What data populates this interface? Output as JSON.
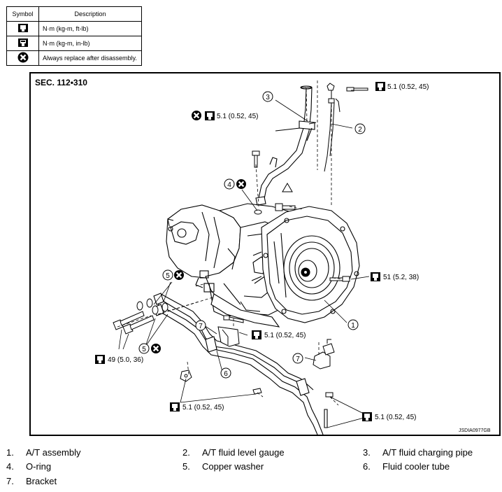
{
  "legend": {
    "header_symbol": "Symbol",
    "header_description": "Description",
    "rows": [
      {
        "icon": "torque-wrench-icon",
        "description": "N·m (kg-m, ft-lb)"
      },
      {
        "icon": "torque-wrench-small-icon",
        "description": "N·m (kg-m, in-lb)"
      },
      {
        "icon": "replace-x-icon",
        "description": "Always replace after disassembly."
      }
    ]
  },
  "diagram": {
    "section": "SEC. 112•310",
    "code": "JSDIA0977GB",
    "torque_labels": {
      "t1": "5.1 (0.52, 45)",
      "t2": "5.1 (0.52, 45)",
      "t3": "51 (5.2, 38)",
      "t4": "5.1 (0.52, 45)",
      "t5": "49 (5.0, 36)",
      "t6": "5.1 (0.52, 45)",
      "t7": "5.1 (0.52, 45)"
    },
    "callouts": [
      "1",
      "2",
      "3",
      "4",
      "5",
      "5",
      "6",
      "7",
      "7"
    ]
  },
  "parts": [
    {
      "num": "1.",
      "name": "A/T assembly"
    },
    {
      "num": "2.",
      "name": "A/T fluid level gauge"
    },
    {
      "num": "3.",
      "name": "A/T fluid charging pipe"
    },
    {
      "num": "4.",
      "name": "O-ring"
    },
    {
      "num": "5.",
      "name": "Copper washer"
    },
    {
      "num": "6.",
      "name": "Fluid cooler tube"
    },
    {
      "num": "7.",
      "name": "Bracket"
    }
  ]
}
